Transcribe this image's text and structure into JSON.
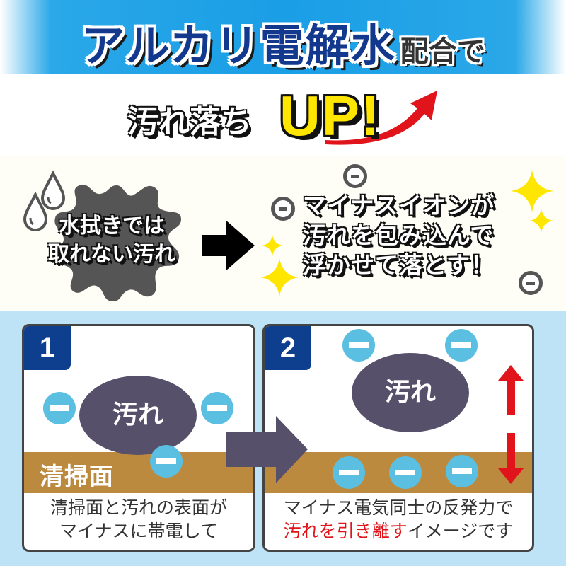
{
  "header": {
    "title_main": "アルカリ電解水",
    "title_sub": "配合で"
  },
  "headline": {
    "text": "汚れ落ち",
    "emphasis": "UP!",
    "arrow_icon": "red-rising-arrow"
  },
  "comparison": {
    "before_text_line1": "水拭きでは",
    "before_text_line2": "取れない汚れ",
    "after_text_line1": "マイナスイオンが",
    "after_text_line2": "汚れを包み込んで",
    "after_text_line3": "浮かせて落とす！"
  },
  "steps": [
    {
      "number": "1",
      "dirt_label": "汚れ",
      "surface_label": "清掃面",
      "caption_line1": "清掃面と汚れの表面が",
      "caption_line2": "マイナスに帯電して"
    },
    {
      "number": "2",
      "dirt_label": "汚れ",
      "caption_line1": "マイナス電気同士の反発力で",
      "caption_line2_red": "汚れを引き離す",
      "caption_line2_rest": "イメージです"
    }
  ],
  "colors": {
    "banner_blue": "#1a9ee6",
    "title_navy": "#13398e",
    "up_yellow": "#ffe600",
    "arrow_red": "#e0141a",
    "step_tag": "#0e3f8f",
    "surface_brown": "#bb8a3e",
    "dirt_purple": "#56506a",
    "ion_blue": "#5bbfe1",
    "bottom_bg": "#bfe3f6"
  }
}
